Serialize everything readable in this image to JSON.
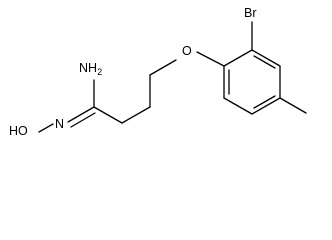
{
  "molecule": {
    "atoms": {
      "br": "Br",
      "o_ether": "O",
      "n_amine": "NH",
      "h2_sub": "2",
      "hon": "HO",
      "n_imine": "N"
    }
  }
}
